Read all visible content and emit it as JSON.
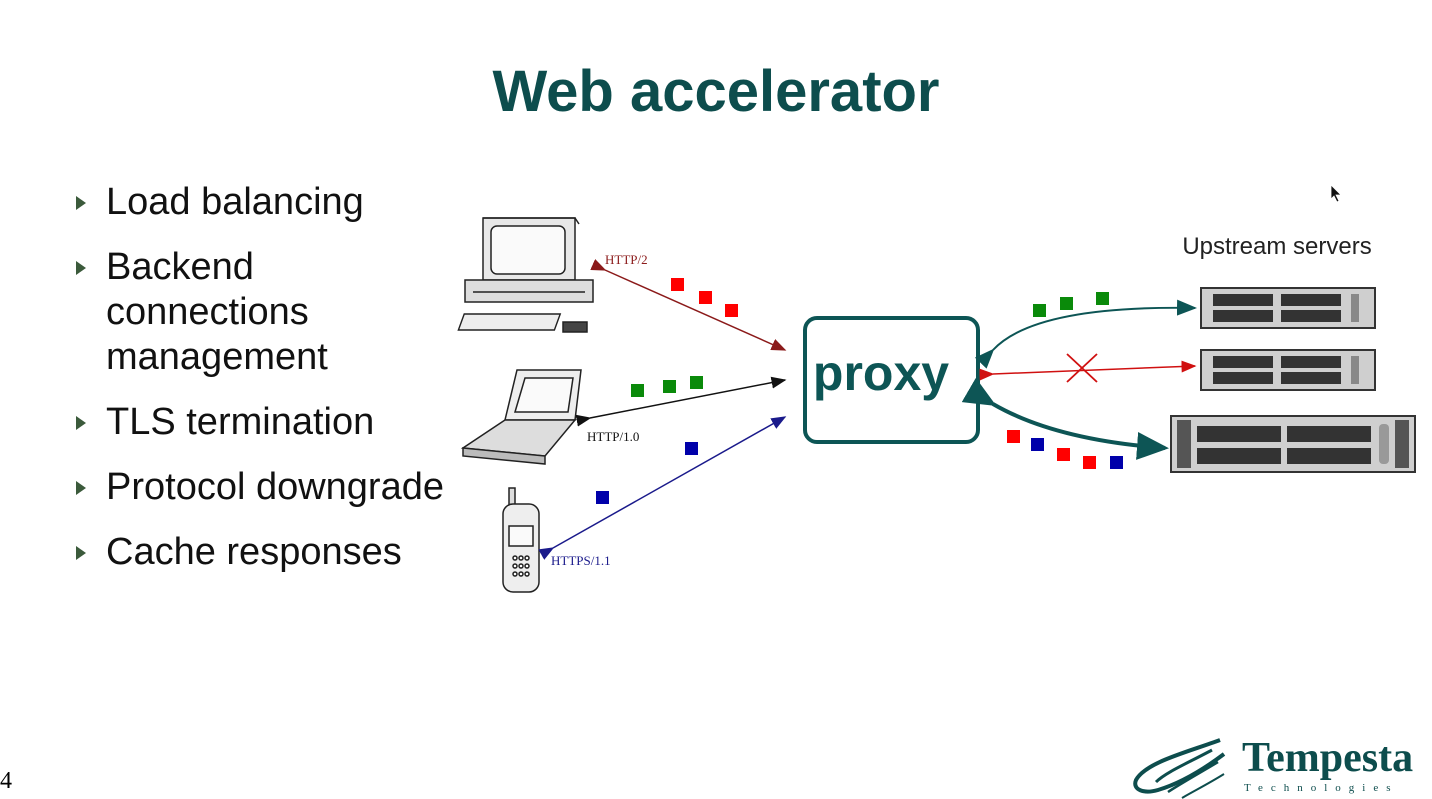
{
  "slide": {
    "title": "Web accelerator",
    "page_number": "4"
  },
  "bullets": [
    {
      "text": "Load balancing"
    },
    {
      "text": "Backend connections management"
    },
    {
      "text": "TLS termination"
    },
    {
      "text": "Protocol downgrade"
    },
    {
      "text": "Cache responses"
    }
  ],
  "diagram": {
    "proxy_label": "proxy",
    "upstream_label": "Upstream servers",
    "links": {
      "desktop": "HTTP/2",
      "laptop": "HTTP/1.0",
      "phone": "HTTPS/1.1"
    },
    "colors": {
      "http2": "#8b1a1a",
      "http10": "#111111",
      "https11": "#1a1a8b",
      "teal": "#0d5555",
      "red_packet": "#ff0000",
      "green_packet": "#0a8a0a",
      "blue_packet": "#0000aa"
    }
  },
  "logo": {
    "name": "Tempesta",
    "subtitle": "Technologies"
  }
}
